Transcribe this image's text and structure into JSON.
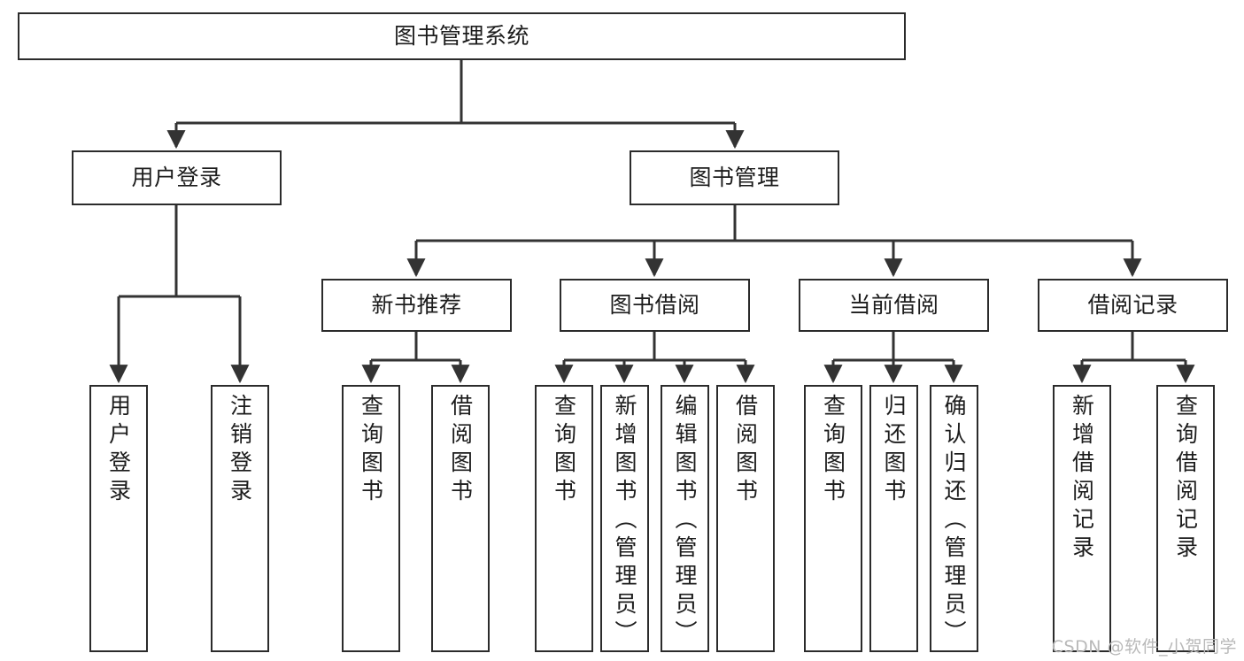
{
  "diagram": {
    "title": "图书管理系统",
    "type": "tree",
    "theme": {
      "background": "#ffffff",
      "box_border": "#2b2b2b",
      "box_fill": "#ffffff",
      "text": "#1c1c1c",
      "connector": "#333333",
      "watermark": "#b9b9b9"
    },
    "root": {
      "label": "图书管理系统"
    },
    "level2": [
      {
        "label": "用户登录"
      },
      {
        "label": "图书管理"
      }
    ],
    "level3": [
      {
        "label": "新书推荐"
      },
      {
        "label": "图书借阅"
      },
      {
        "label": "当前借阅"
      },
      {
        "label": "借阅记录"
      }
    ],
    "leaves": {
      "user_login": [
        {
          "label": "用户登录"
        },
        {
          "label": "注销登录"
        }
      ],
      "new_book": [
        {
          "label": "查询图书"
        },
        {
          "label": "借阅图书"
        }
      ],
      "book_borrow": [
        {
          "label": "查询图书"
        },
        {
          "label": "新增图书（管理员）"
        },
        {
          "label": "编辑图书（管理员）"
        },
        {
          "label": "借阅图书"
        }
      ],
      "current_borrow": [
        {
          "label": "查询图书"
        },
        {
          "label": "归还图书"
        },
        {
          "label": "确认归还（管理员）"
        }
      ],
      "borrow_record": [
        {
          "label": "新增借阅记录"
        },
        {
          "label": "查询借阅记录"
        }
      ]
    },
    "watermark": "CSDN @软件_小贺同学"
  }
}
